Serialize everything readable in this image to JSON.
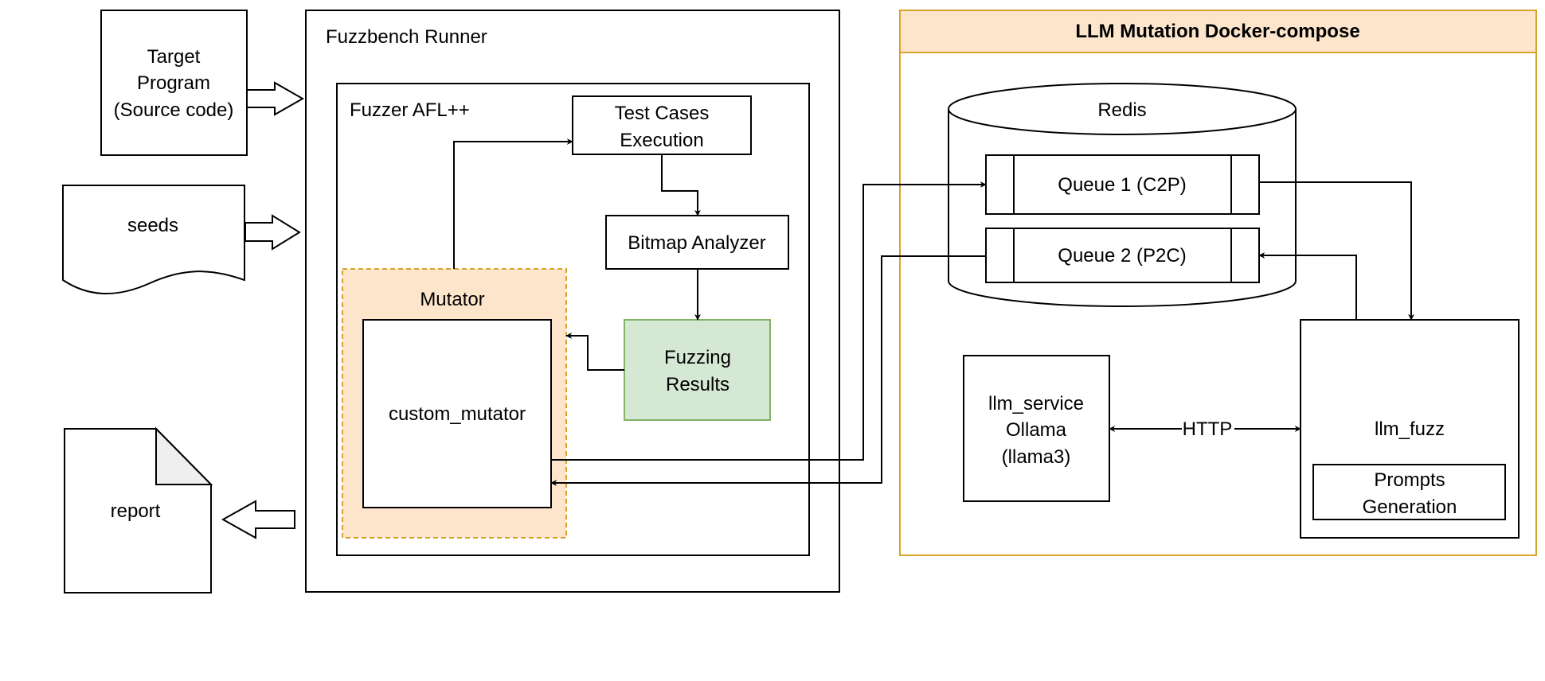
{
  "inputs": {
    "target_program": [
      "Target",
      "Program",
      "(Source code)"
    ],
    "seeds": "seeds",
    "report": "report"
  },
  "fuzzbench": {
    "title": "Fuzzbench Runner",
    "fuzzer": {
      "title": "Fuzzer AFL++",
      "test_cases": [
        "Test Cases",
        "Execution"
      ],
      "bitmap": "Bitmap Analyzer",
      "results": [
        "Fuzzing",
        "Results"
      ],
      "mutator": {
        "title": "Mutator",
        "custom": "custom_mutator"
      }
    }
  },
  "llm": {
    "title": "LLM Mutation Docker-compose",
    "redis": {
      "title": "Redis",
      "queue1": "Queue 1 (C2P)",
      "queue2": "Queue 2 (P2C)"
    },
    "service": [
      "llm_service",
      "Ollama",
      "(llama3)"
    ],
    "http_label": "HTTP",
    "fuzz": {
      "title": "llm_fuzz",
      "prompts": [
        "Prompts",
        "Generation"
      ]
    }
  },
  "colors": {
    "llm_accent": "#d6a32c",
    "llm_header_fill": "#fde5cc",
    "mutator_fill": "#fde5cc",
    "results_fill": "#d5e8d4",
    "results_stroke": "#82b366"
  }
}
